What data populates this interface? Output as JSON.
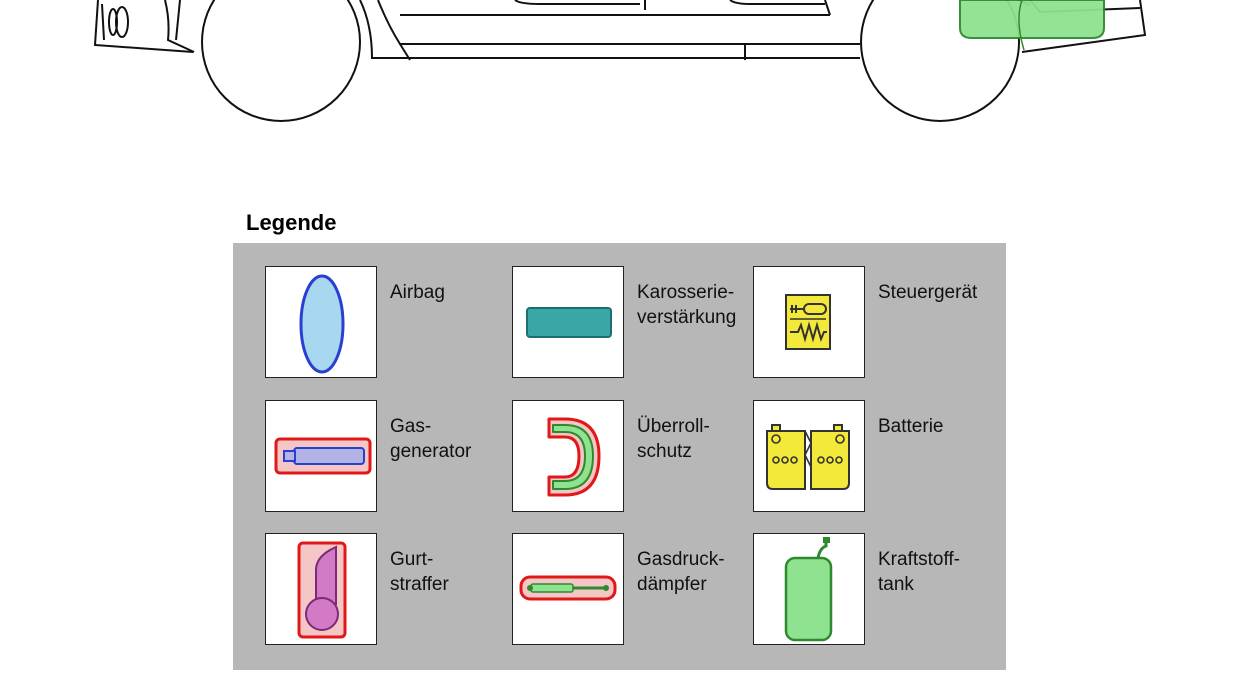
{
  "legend": {
    "title": "Legende",
    "items": [
      {
        "label": "Airbag",
        "icon": "airbag-icon"
      },
      {
        "label": "Karosserie-\nverstärkung",
        "icon": "body-reinforcement-icon"
      },
      {
        "label": "Steuergerät",
        "icon": "control-unit-icon"
      },
      {
        "label": "Gas-\ngenerator",
        "icon": "gas-generator-icon"
      },
      {
        "label": "Überroll-\nschutz",
        "icon": "rollover-protection-icon"
      },
      {
        "label": "Batterie",
        "icon": "battery-icon"
      },
      {
        "label": "Gurt-\nstraffer",
        "icon": "belt-tensioner-icon"
      },
      {
        "label": "Gasdruck-\ndämpfer",
        "icon": "gas-strut-icon"
      },
      {
        "label": "Kraftstoff-\ntank",
        "icon": "fuel-tank-icon"
      }
    ]
  },
  "colors": {
    "airbag_fill": "#a8d8f0",
    "airbag_stroke": "#2a3fd0",
    "reinforcement_fill": "#3aa6a6",
    "control_unit_fill": "#f2e93a",
    "generator_fill": "#b3b3e6",
    "danger_outline": "#e01818",
    "danger_fill": "#f4c6c6",
    "green_fill": "#8fe28f",
    "green_stroke": "#2f8a2f",
    "tensioner_fill": "#d27ac6",
    "panel_background": "#b7b7b7"
  }
}
